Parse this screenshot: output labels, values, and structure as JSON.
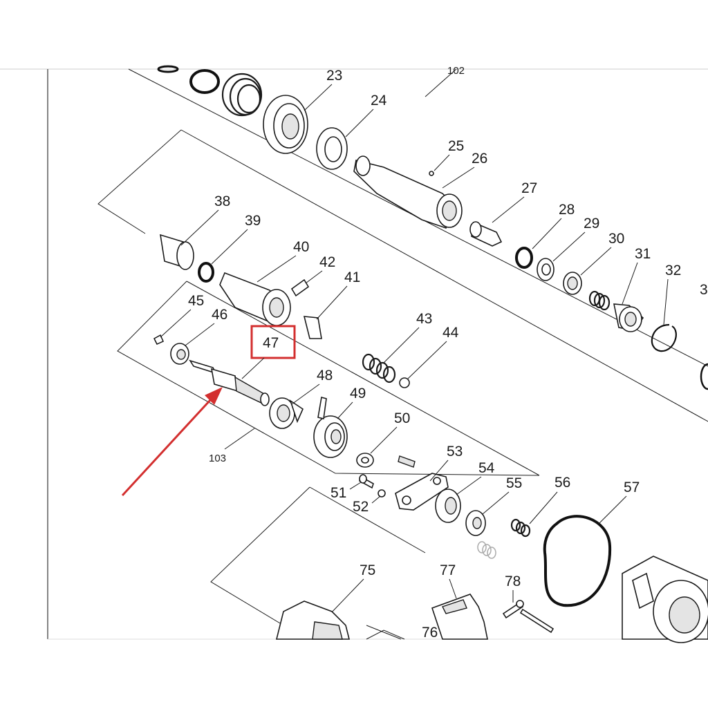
{
  "colors": {
    "highlight": "#d32f2f",
    "ink": "#1a1a1a",
    "page": "#ffffff"
  },
  "labels": {
    "p23": "23",
    "p24": "24",
    "p25": "25",
    "p26": "26",
    "p27": "27",
    "p28": "28",
    "p29": "29",
    "p30": "30",
    "p31": "31",
    "p32": "32",
    "p38": "38",
    "p39": "39",
    "p40": "40",
    "p41": "41",
    "p42": "42",
    "p43": "43",
    "p44": "44",
    "p45": "45",
    "p46": "46",
    "p47": "47",
    "p48": "48",
    "p49": "49",
    "p50": "50",
    "p51": "51",
    "p52": "52",
    "p53": "53",
    "p54": "54",
    "p55": "55",
    "p56": "56",
    "p57": "57",
    "p75": "75",
    "p76": "76",
    "p77": "77",
    "p78": "78",
    "g102": "102",
    "g103": "103"
  },
  "highlighted_part": "47"
}
